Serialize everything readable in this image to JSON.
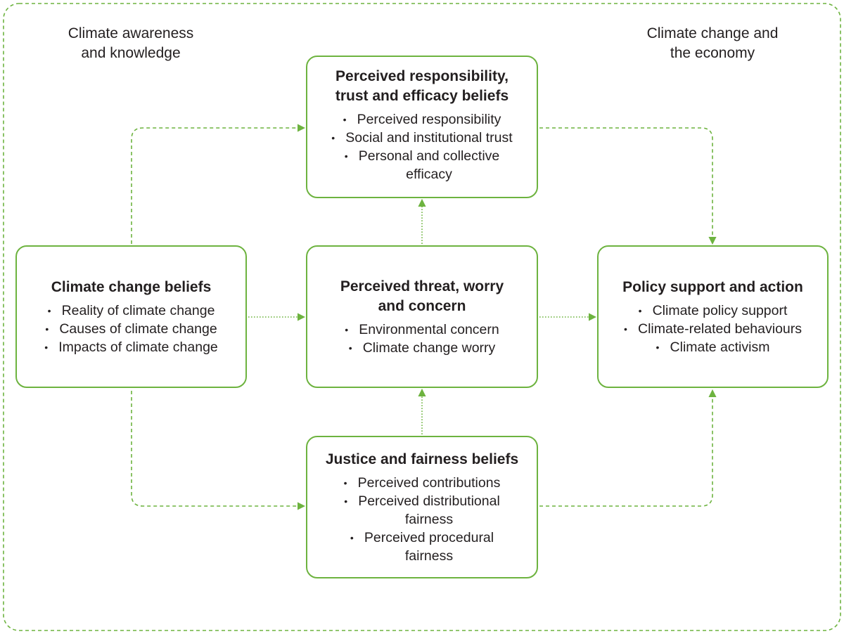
{
  "corner_labels": {
    "top_left": "Climate awareness\nand knowledge",
    "top_right": "Climate change and\nthe economy"
  },
  "boxes": {
    "beliefs": {
      "title": "Climate change beliefs",
      "items": [
        "Reality of climate change",
        "Causes of climate change",
        "Impacts of climate change"
      ]
    },
    "threat": {
      "title": "Perceived threat, worry\nand concern",
      "items": [
        "Environmental concern",
        "Climate change worry"
      ]
    },
    "responsibility": {
      "title": "Perceived responsibility,\ntrust and efficacy beliefs",
      "items": [
        "Perceived responsibility",
        "Social and institutional trust",
        "Personal and collective\nefficacy"
      ]
    },
    "justice": {
      "title": "Justice and fairness beliefs",
      "items": [
        "Perceived contributions",
        "Perceived distributional\nfairness",
        "Perceived procedural\nfairness"
      ]
    },
    "policy": {
      "title": "Policy support and action",
      "items": [
        "Climate policy support",
        "Climate-related behaviours",
        "Climate activism"
      ]
    }
  },
  "colors": {
    "accent": "#6db33f",
    "text": "#231f20",
    "background": "#ffffff"
  }
}
